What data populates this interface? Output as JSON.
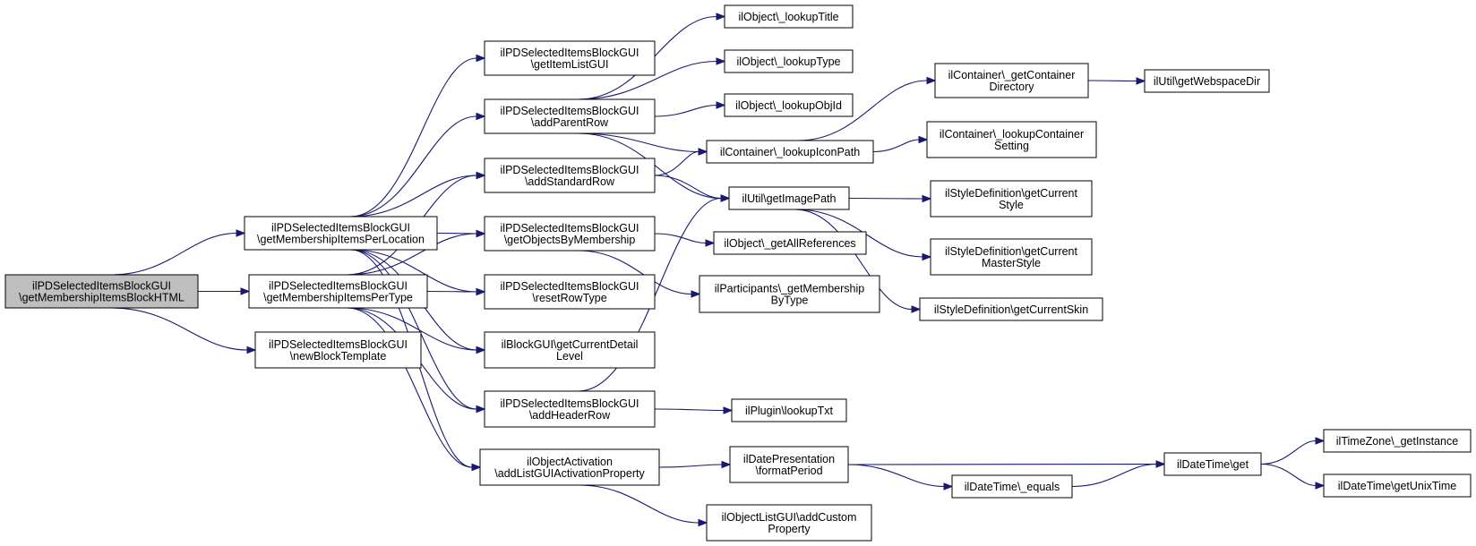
{
  "nodes": [
    {
      "id": "root",
      "lines": [
        "ilPDSelectedItemsBlockGUI",
        "\\getMembershipItemsBlockHTML"
      ],
      "root": true
    },
    {
      "id": "perloc",
      "lines": [
        "ilPDSelectedItemsBlockGUI",
        "\\getMembershipItemsPerLocation"
      ]
    },
    {
      "id": "pertype",
      "lines": [
        "ilPDSelectedItemsBlockGUI",
        "\\getMembershipItemsPerType"
      ]
    },
    {
      "id": "newblock",
      "lines": [
        "ilPDSelectedItemsBlockGUI",
        "\\newBlockTemplate"
      ]
    },
    {
      "id": "getitemlist",
      "lines": [
        "ilPDSelectedItemsBlockGUI",
        "\\getItemListGUI"
      ]
    },
    {
      "id": "addparent",
      "lines": [
        "ilPDSelectedItemsBlockGUI",
        "\\addParentRow"
      ]
    },
    {
      "id": "addstandard",
      "lines": [
        "ilPDSelectedItemsBlockGUI",
        "\\addStandardRow"
      ]
    },
    {
      "id": "getobjects",
      "lines": [
        "ilPDSelectedItemsBlockGUI",
        "\\getObjectsByMembership"
      ]
    },
    {
      "id": "resetrow",
      "lines": [
        "ilPDSelectedItemsBlockGUI",
        "\\resetRowType"
      ]
    },
    {
      "id": "blockdetail",
      "lines": [
        "ilBlockGUI\\getCurrentDetail",
        "Level"
      ]
    },
    {
      "id": "addheader",
      "lines": [
        "ilPDSelectedItemsBlockGUI",
        "\\addHeaderRow"
      ]
    },
    {
      "id": "objactivation",
      "lines": [
        "ilObjectActivation",
        "\\addListGUIActivationProperty"
      ]
    },
    {
      "id": "lookuptitle",
      "lines": [
        "ilObject\\_lookupTitle"
      ]
    },
    {
      "id": "lookuptype",
      "lines": [
        "ilObject\\_lookupType"
      ]
    },
    {
      "id": "lookupobjid",
      "lines": [
        "ilObject\\_lookupObjId"
      ]
    },
    {
      "id": "lookupiconpath",
      "lines": [
        "ilContainer\\_lookupIconPath"
      ]
    },
    {
      "id": "getimagepath",
      "lines": [
        "ilUtil\\getImagePath"
      ]
    },
    {
      "id": "getallrefs",
      "lines": [
        "ilObject\\_getAllReferences"
      ]
    },
    {
      "id": "getmembership",
      "lines": [
        "ilParticipants\\_getMembership",
        "ByType"
      ]
    },
    {
      "id": "plugintxt",
      "lines": [
        "ilPlugin\\lookupTxt"
      ]
    },
    {
      "id": "formatperiod",
      "lines": [
        "ilDatePresentation",
        "\\formatPeriod"
      ]
    },
    {
      "id": "addcustom",
      "lines": [
        "ilObjectListGUI\\addCustom",
        "Property"
      ]
    },
    {
      "id": "containerdir",
      "lines": [
        "ilContainer\\_getContainer",
        "Directory"
      ]
    },
    {
      "id": "containersetting",
      "lines": [
        "ilContainer\\_lookupContainer",
        "Setting"
      ]
    },
    {
      "id": "curstyle",
      "lines": [
        "ilStyleDefinition\\getCurrent",
        "Style"
      ]
    },
    {
      "id": "curmaster",
      "lines": [
        "ilStyleDefinition\\getCurrent",
        "MasterStyle"
      ]
    },
    {
      "id": "curskin",
      "lines": [
        "ilStyleDefinition\\getCurrentSkin"
      ]
    },
    {
      "id": "webspacedir",
      "lines": [
        "ilUtil\\getWebspaceDir"
      ]
    },
    {
      "id": "dtequals",
      "lines": [
        "ilDateTime\\_equals"
      ]
    },
    {
      "id": "dtget",
      "lines": [
        "ilDateTime\\get"
      ]
    },
    {
      "id": "tzinstance",
      "lines": [
        "ilTimeZone\\_getInstance"
      ]
    },
    {
      "id": "unixtime",
      "lines": [
        "ilDateTime\\getUnixTime"
      ]
    }
  ],
  "edges": [
    [
      "root",
      "perloc"
    ],
    [
      "root",
      "pertype"
    ],
    [
      "root",
      "newblock"
    ],
    [
      "perloc",
      "getitemlist"
    ],
    [
      "perloc",
      "addparent"
    ],
    [
      "perloc",
      "addstandard"
    ],
    [
      "perloc",
      "getobjects"
    ],
    [
      "perloc",
      "resetrow"
    ],
    [
      "perloc",
      "blockdetail"
    ],
    [
      "perloc",
      "addheader"
    ],
    [
      "perloc",
      "objactivation"
    ],
    [
      "pertype",
      "addstandard"
    ],
    [
      "pertype",
      "getobjects"
    ],
    [
      "pertype",
      "resetrow"
    ],
    [
      "pertype",
      "blockdetail"
    ],
    [
      "pertype",
      "addheader"
    ],
    [
      "pertype",
      "objactivation"
    ],
    [
      "addparent",
      "lookuptitle"
    ],
    [
      "addparent",
      "lookuptype"
    ],
    [
      "addparent",
      "lookupobjid"
    ],
    [
      "addparent",
      "lookupiconpath"
    ],
    [
      "addparent",
      "getimagepath"
    ],
    [
      "addstandard",
      "lookupiconpath"
    ],
    [
      "addstandard",
      "getimagepath"
    ],
    [
      "getobjects",
      "getallrefs"
    ],
    [
      "getobjects",
      "getmembership"
    ],
    [
      "addheader",
      "getimagepath"
    ],
    [
      "addheader",
      "plugintxt"
    ],
    [
      "objactivation",
      "formatperiod"
    ],
    [
      "objactivation",
      "addcustom"
    ],
    [
      "lookupiconpath",
      "containerdir"
    ],
    [
      "lookupiconpath",
      "containersetting"
    ],
    [
      "containerdir",
      "webspacedir"
    ],
    [
      "getimagepath",
      "curstyle"
    ],
    [
      "getimagepath",
      "curmaster"
    ],
    [
      "getimagepath",
      "curskin"
    ],
    [
      "formatperiod",
      "dtget"
    ],
    [
      "formatperiod",
      "dtequals"
    ],
    [
      "dtequals",
      "dtget"
    ],
    [
      "dtget",
      "tzinstance"
    ],
    [
      "dtget",
      "unixtime"
    ]
  ]
}
